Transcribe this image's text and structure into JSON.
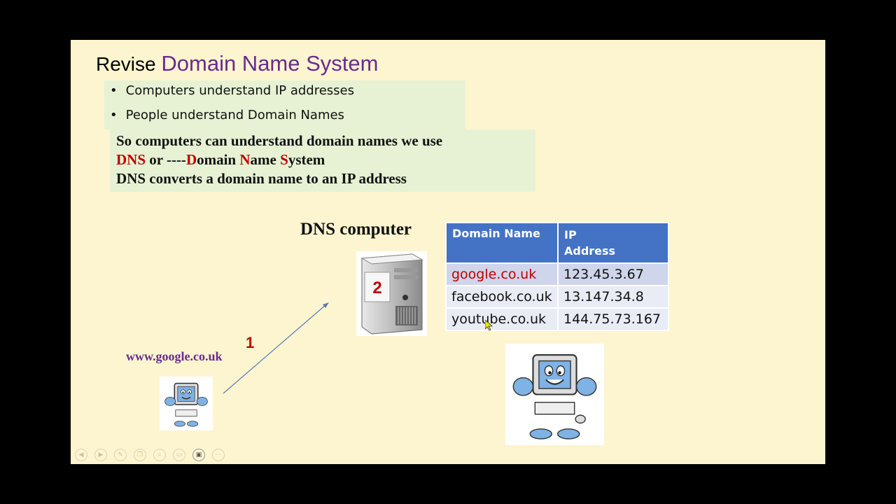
{
  "title": {
    "prefix": "Revise",
    "highlight": "Domain Name System"
  },
  "bullets": [
    "Computers understand IP addresses",
    "People understand Domain Names"
  ],
  "dns_box": {
    "line1": "So computers can understand domain names we use",
    "line2": {
      "dns": "DNS",
      "or": " or ----",
      "d": "D",
      "omain": "omain ",
      "n": "N",
      "ame": "ame ",
      "s": "S",
      "ystem": "ystem"
    },
    "line3": "DNS converts a domain name to an IP address"
  },
  "dns_computer_label": "DNS computer",
  "server_number": "2",
  "step_number": "1",
  "url": "www.google.co.uk",
  "table": {
    "headers": [
      "Domain Name",
      "IP Address"
    ],
    "rows": [
      [
        "google.co.uk",
        "123.45.3.67"
      ],
      [
        "facebook.co.uk",
        "13.147.34.8"
      ],
      [
        "youtube.co.uk",
        "144.75.73.167"
      ]
    ]
  },
  "toolbar_icons": [
    "previous-icon",
    "next-icon",
    "pen-icon",
    "copy-icon",
    "zoom-icon",
    "subtitles-icon",
    "video-icon",
    "more-icon"
  ],
  "colors": {
    "accent_purple": "#6a2a8f",
    "accent_red": "#c00000",
    "table_header": "#4472c4",
    "slide_bg": "#fdf5cf",
    "box_bg": "#e6f2d3"
  }
}
